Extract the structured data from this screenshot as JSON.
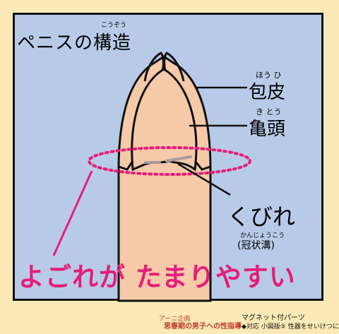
{
  "title": "ペニスの構造",
  "title_ruby": "こうぞう",
  "labels": {
    "foreskin": "包皮",
    "foreskin_ruby": "ほう ひ",
    "glans": "亀頭",
    "glans_ruby": "き とう",
    "corona": "くびれ",
    "corona_ruby": "かんじょうこう",
    "corona_alt": "(冠状溝)"
  },
  "caption": "よごれが たまりやすい",
  "footer": {
    "series": "アーニ企画",
    "main": "思春期の男子への性指導",
    "sub": "マグネット付パーツ",
    "note": "◆対応 小図版⑤ 性器をせいけつに!"
  },
  "colors": {
    "background": "#fbeab5",
    "panel": "#b7cbe8",
    "skin": "#f6c9a8",
    "highlight": "#e61d7a"
  }
}
